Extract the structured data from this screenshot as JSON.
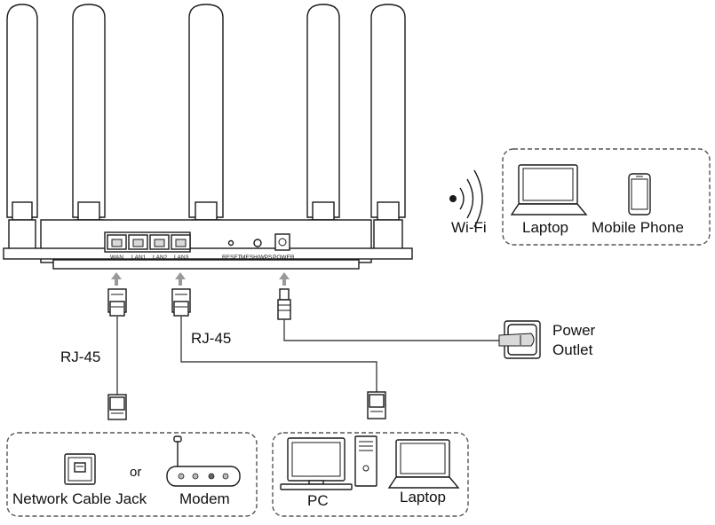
{
  "router": {
    "ports": [
      "WAN",
      "LAN1",
      "LAN2",
      "LAN3"
    ],
    "buttons": [
      "RESET",
      "MESH/WPS",
      "POWER"
    ]
  },
  "labels": {
    "wifi": "Wi-Fi",
    "laptop_top": "Laptop",
    "mobile_phone": "Mobile Phone",
    "rj45_left": "RJ-45",
    "rj45_mid": "RJ-45",
    "power_outlet_line1": "Power",
    "power_outlet_line2": "Outlet",
    "network_cable_jack": "Network Cable Jack",
    "or": "or",
    "modem": "Modem",
    "pc": "PC",
    "laptop_bottom": "Laptop"
  },
  "colors": {
    "line": "#1a1a1a",
    "dash": "#555555",
    "arrow": "#999999"
  }
}
